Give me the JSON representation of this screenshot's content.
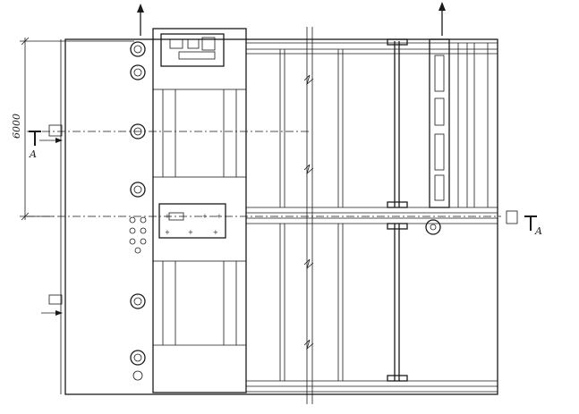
{
  "dimension": {
    "value": "6000"
  },
  "section": {
    "left_label": "A",
    "right_label": "A"
  }
}
